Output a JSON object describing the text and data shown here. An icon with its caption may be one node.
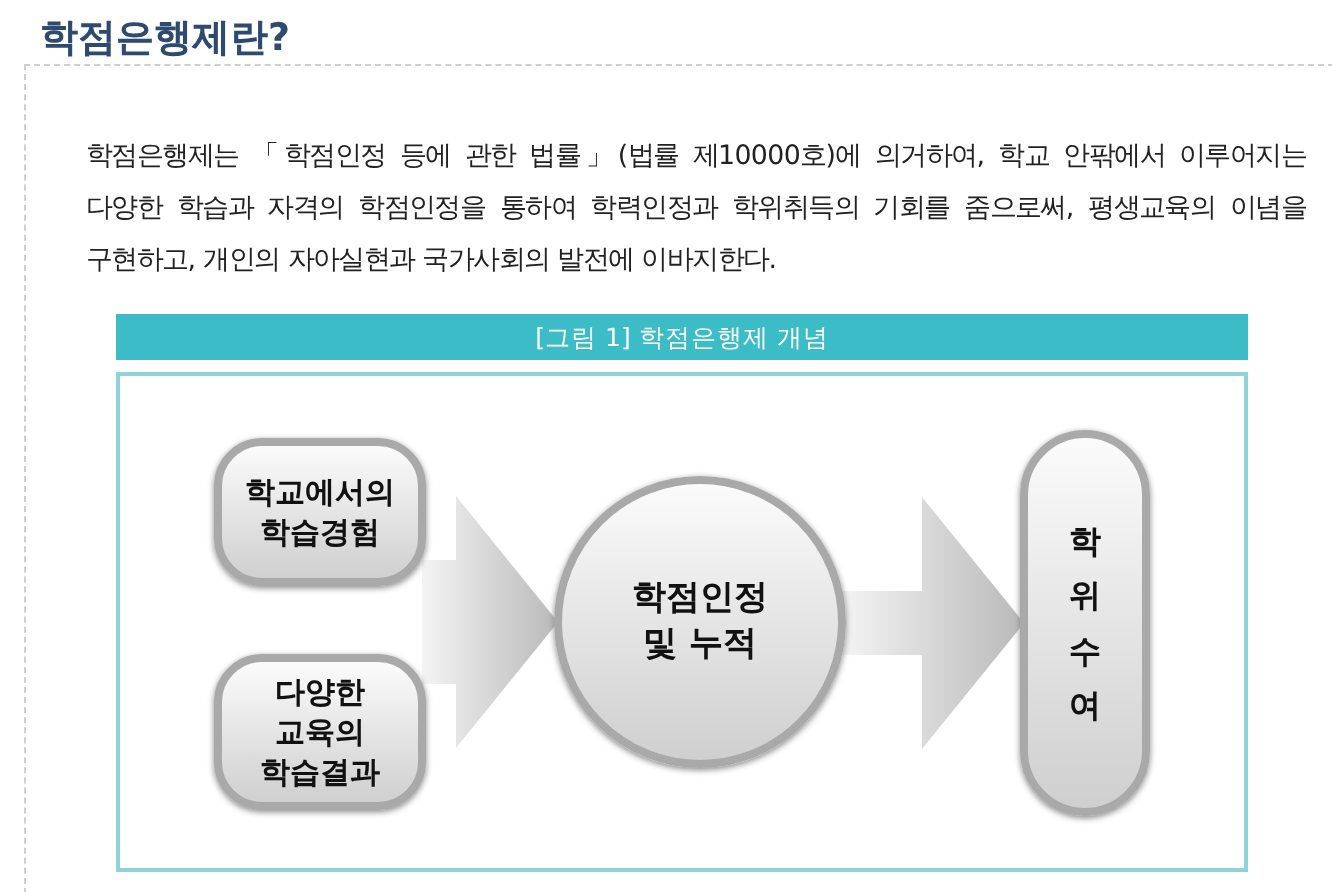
{
  "diagram": {
    "title": "학점은행제란?",
    "caption": "[그림 1] 학점은행제 개념",
    "nodes": [
      {
        "text": [
          "학교에서의 학습경험"
        ]
      },
      {
        "text": [
          "다양한 교육의 학습결과"
        ]
      },
      {
        "text": [
          "학점인정 및 누적"
        ]
      },
      {
        "text": [
          "학위수여"
        ]
      }
    ],
    "edges": [
      {
        "from": 0,
        "to": 2,
        "arrow": "to"
      },
      {
        "from": 1,
        "to": 2,
        "arrow": "to"
      },
      {
        "from": 2,
        "to": 3,
        "arrow": "to"
      }
    ],
    "labels": [
      "학점은행제는 「학점인정 등에 관한 법률」(법률 제10000호)에 의거하여, 학교 안팎에서 이루어지는 다양한 학습과 자격의 학점인정을 통하여 학력인정과 학위취득의 기회를 줌으로써, 평생교육의 이념을 구현하고, 개인의 자아실현과 국가사회의 발전에 이바지한다."
    ]
  }
}
